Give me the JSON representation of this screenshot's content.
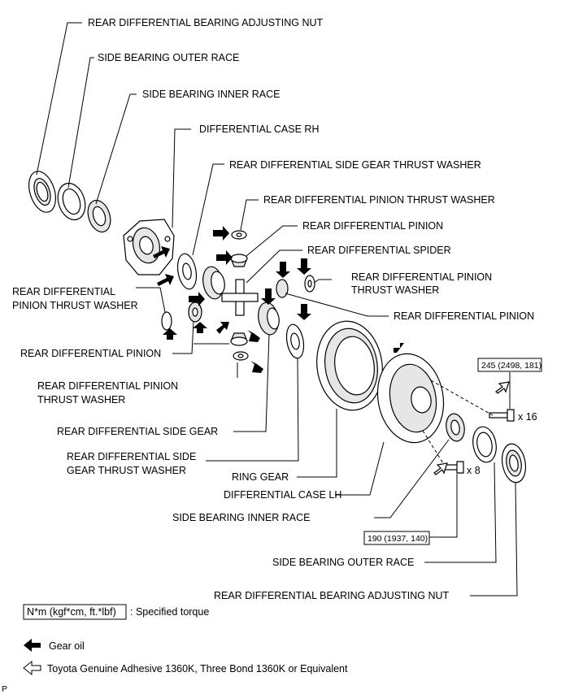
{
  "labels": {
    "adj_nut_top": "REAR DIFFERENTIAL BEARING ADJUSTING NUT",
    "outer_race_top": "SIDE BEARING OUTER RACE",
    "inner_race_top": "SIDE BEARING INNER RACE",
    "case_rh": "DIFFERENTIAL CASE RH",
    "side_gear_washer_top": "REAR DIFFERENTIAL SIDE GEAR THRUST WASHER",
    "pinion_washer_1": "REAR DIFFERENTIAL PINION THRUST WASHER",
    "pinion_1": "REAR DIFFERENTIAL PINION",
    "spider": "REAR DIFFERENTIAL SPIDER",
    "pinion_washer_right_l1": "REAR DIFFERENTIAL PINION",
    "pinion_washer_right_l2": "THRUST WASHER",
    "pinion_washer_left_l1": "REAR DIFFERENTIAL",
    "pinion_washer_left_l2": "PINION THRUST WASHER",
    "pinion_right": "REAR DIFFERENTIAL PINION",
    "pinion_left": "REAR DIFFERENTIAL PINION",
    "pinion_washer_bottom_l1": "REAR DIFFERENTIAL PINION",
    "pinion_washer_bottom_l2": "THRUST WASHER",
    "side_gear": "REAR DIFFERENTIAL SIDE GEAR",
    "side_gear_washer_bottom_l1": "REAR DIFFERENTIAL SIDE",
    "side_gear_washer_bottom_l2": "GEAR THRUST WASHER",
    "ring_gear": "RING GEAR",
    "case_lh": "DIFFERENTIAL CASE LH",
    "inner_race_bottom": "SIDE BEARING INNER RACE",
    "outer_race_bottom": "SIDE BEARING OUTER RACE",
    "adj_nut_bottom": "REAR DIFFERENTIAL BEARING ADJUSTING NUT"
  },
  "torque": {
    "ring_gear_bolt": "245 (2498, 181)",
    "ring_gear_bolt_qty": "x 16",
    "case_bolt": "190 (1937, 140)",
    "case_bolt_qty": "x 8"
  },
  "legend": {
    "torque_box": "N*m (kgf*cm, ft.*lbf)",
    "torque_text": ": Specified torque",
    "gear_oil": "Gear oil",
    "adhesive": "Toyota Genuine Adhesive 1360K, Three Bond 1360K or Equivalent"
  },
  "corner_mark": "P"
}
